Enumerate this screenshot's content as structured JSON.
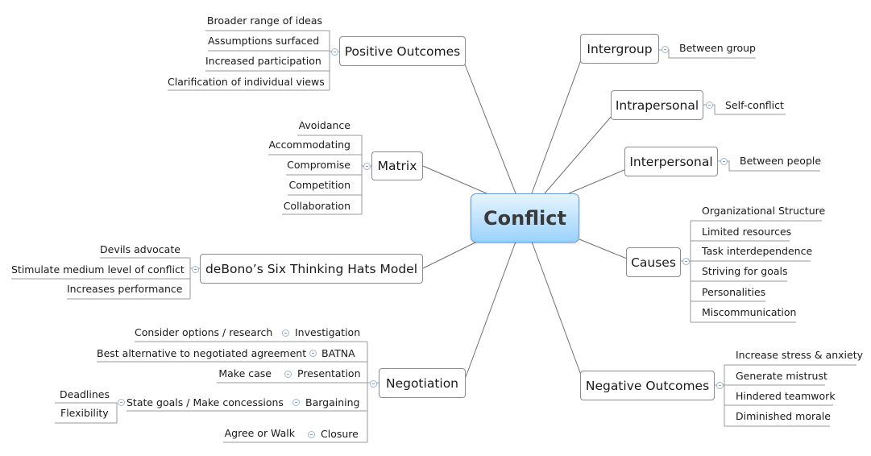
{
  "central": "Conflict",
  "branches": {
    "positive_outcomes": {
      "label": "Positive Outcomes",
      "items": [
        "Broader range of ideas",
        "Assumptions surfaced",
        "Increased participation",
        "Clarification of individual views"
      ]
    },
    "matrix": {
      "label": "Matrix",
      "items": [
        "Avoidance",
        "Accommodating",
        "Compromise",
        "Competition",
        "Collaboration"
      ]
    },
    "debono": {
      "label": "deBono’s Six Thinking Hats Model",
      "items": [
        "Devils advocate",
        "Stimulate medium level of conflict",
        "Increases performance"
      ]
    },
    "negotiation": {
      "label": "Negotiation",
      "items": [
        {
          "label": "Investigation",
          "detail": "Consider options / research"
        },
        {
          "label": "BATNA",
          "detail": "Best alternative to negotiated agreement"
        },
        {
          "label": "Presentation",
          "detail": "Make case"
        },
        {
          "label": "Bargaining",
          "detail": "State goals / Make concessions",
          "subdetails": [
            "Deadlines",
            "Flexibility"
          ]
        },
        {
          "label": "Closure",
          "detail": "Agree or Walk"
        }
      ]
    },
    "intergroup": {
      "label": "Intergroup",
      "items": [
        "Between group"
      ]
    },
    "intrapersonal": {
      "label": "Intrapersonal",
      "items": [
        "Self-conflict"
      ]
    },
    "interpersonal": {
      "label": "Interpersonal",
      "items": [
        "Between people"
      ]
    },
    "causes": {
      "label": "Causes",
      "items": [
        "Organizational Structure",
        "Limited resources",
        "Task interdependence",
        "Striving for goals",
        "Personalities",
        "Miscommunication"
      ]
    },
    "negative_outcomes": {
      "label": "Negative Outcomes",
      "items": [
        "Increase stress & anxiety",
        "Generate mistrust",
        "Hindered teamwork",
        "Diminished morale"
      ]
    }
  }
}
